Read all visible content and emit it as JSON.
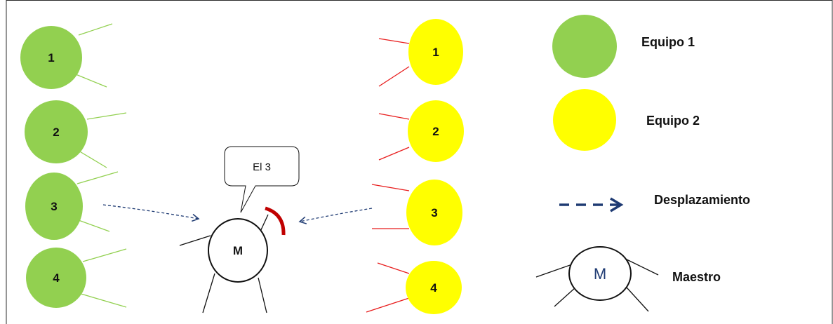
{
  "colors": {
    "team1": "#92d050",
    "team2": "#ffff00",
    "team1_lines": "#92d050",
    "team2_lines": "#e81c1c",
    "arrow": "#1f3b73",
    "master_outline": "#111111",
    "master_arm_arc": "#c00000",
    "frame": "#2b2b2b"
  },
  "team1": {
    "players": [
      {
        "label": "1"
      },
      {
        "label": "2"
      },
      {
        "label": "3"
      },
      {
        "label": "4"
      }
    ]
  },
  "team2": {
    "players": [
      {
        "label": "1"
      },
      {
        "label": "2"
      },
      {
        "label": "3"
      },
      {
        "label": "4"
      }
    ]
  },
  "master": {
    "label": "M",
    "speech": "El 3"
  },
  "legend": {
    "team1_label": "Equipo 1",
    "team2_label": "Equipo 2",
    "move_label": "Desplazamiento",
    "master_label": "Maestro",
    "master_symbol": "M"
  }
}
